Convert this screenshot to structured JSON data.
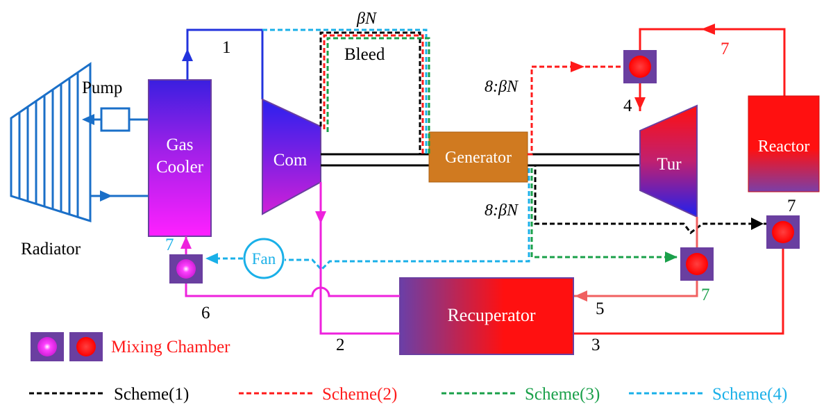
{
  "colors": {
    "blue": "#1a6fc8",
    "deep_blue": "#2233dd",
    "magenta": "#ee22dd",
    "red": "#ff1a1a",
    "salmon": "#f06060",
    "black": "#000000",
    "green": "#1aa04a",
    "cyan": "#1ab0e8",
    "generator": "#d07a20",
    "purple": "#6a3fa0"
  },
  "components": {
    "radiator": "Radiator",
    "pump": "Pump",
    "gas_cooler_line1": "Gas",
    "gas_cooler_line2": "Cooler",
    "compressor": "Com",
    "generator": "Generator",
    "turbine": "Tur",
    "reactor": "Reactor",
    "recuperator": "Recuperator",
    "fan": "Fan",
    "bleed": "Bleed"
  },
  "flow_labels": {
    "beta_n": "βN",
    "split_top": "8:βN",
    "split_bottom": "8:βN",
    "state_1": "1",
    "state_2": "2",
    "state_3": "3",
    "state_4": "4",
    "state_5": "5",
    "state_6": "6",
    "state_7_top": "7",
    "state_7_reactor": "7",
    "state_7_green": "7",
    "state_7_cyan": "7"
  },
  "legend": {
    "mixing_chamber": "Mixing Chamber",
    "scheme1": "Scheme(1)",
    "scheme2": "Scheme(2)",
    "scheme3": "Scheme(3)",
    "scheme4": "Scheme(4)"
  }
}
